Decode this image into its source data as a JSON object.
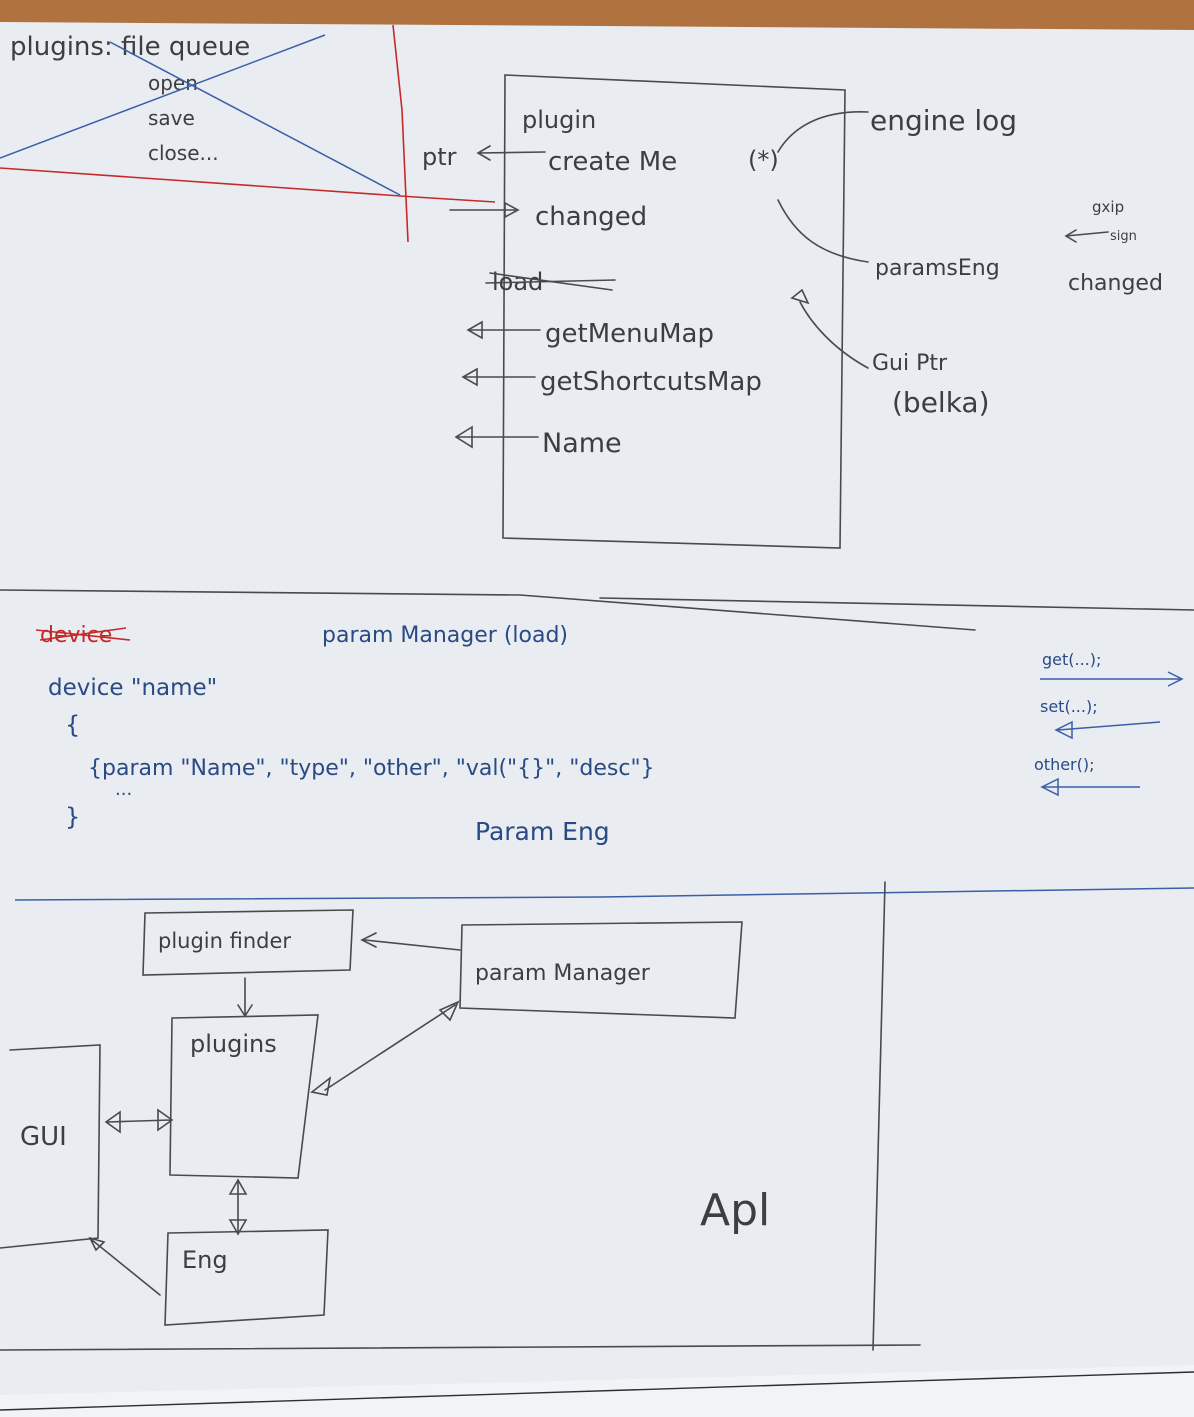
{
  "top_note": {
    "title": "plugins: file queue",
    "items": [
      "open",
      "save",
      "close..."
    ]
  },
  "plugin_box": {
    "title": "plugin",
    "create": "create Me",
    "create_mark": "(*)",
    "changed": "changed",
    "crossed": "load",
    "menu": "getMenuMap",
    "shortcuts": "getShortcutsMap",
    "name": "Name",
    "ptr": "ptr"
  },
  "notes_right": {
    "engine": "engine log",
    "param_eng": "paramsEng",
    "param_eng_changed": "changed",
    "gui_ptr": "Gui Ptr",
    "belka": "(belka)",
    "small_a": "gxip",
    "small_b": "sign"
  },
  "param_section": {
    "crossed_red": "device",
    "heading": "param Manager (load)",
    "device_line": "device \"name\"",
    "open_brace": "{",
    "param_line": "{param \"Name\", \"type\", \"other\", \"val(\"{}\", \"desc\"}",
    "ellipsis": "...",
    "close_brace": "}",
    "param_eng": "Param Eng",
    "get": "get(...);",
    "set": "set(...);",
    "other": "other();"
  },
  "arch": {
    "plugin_finder": "plugin finder",
    "param_manager": "param Manager",
    "plugins": "plugins",
    "gui": "GUI",
    "eng": "Eng",
    "apl": "Apl"
  }
}
